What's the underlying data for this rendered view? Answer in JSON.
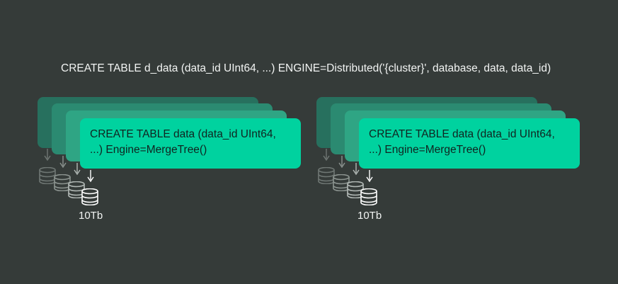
{
  "distributed_query": "CREATE TABLE d_data (data_id UInt64, ...) ENGINE=Distributed('{cluster}', database, data, data_id)",
  "shards": [
    {
      "query_line1": "CREATE TABLE data (data_id UInt64,",
      "query_line2": "...) Engine=MergeTree()",
      "size": "10Tb"
    },
    {
      "query_line1": "CREATE TABLE data (data_id UInt64,",
      "query_line2": "...) Engine=MergeTree()",
      "size": "10Tb"
    }
  ],
  "colors": {
    "background": "#353b39",
    "card_front": "#00d29f",
    "card_back_1": "#27705e",
    "card_back_2": "#2b8a71",
    "card_back_3": "#2fa584"
  },
  "icons": [
    "database-icon",
    "arrow-down-icon"
  ]
}
